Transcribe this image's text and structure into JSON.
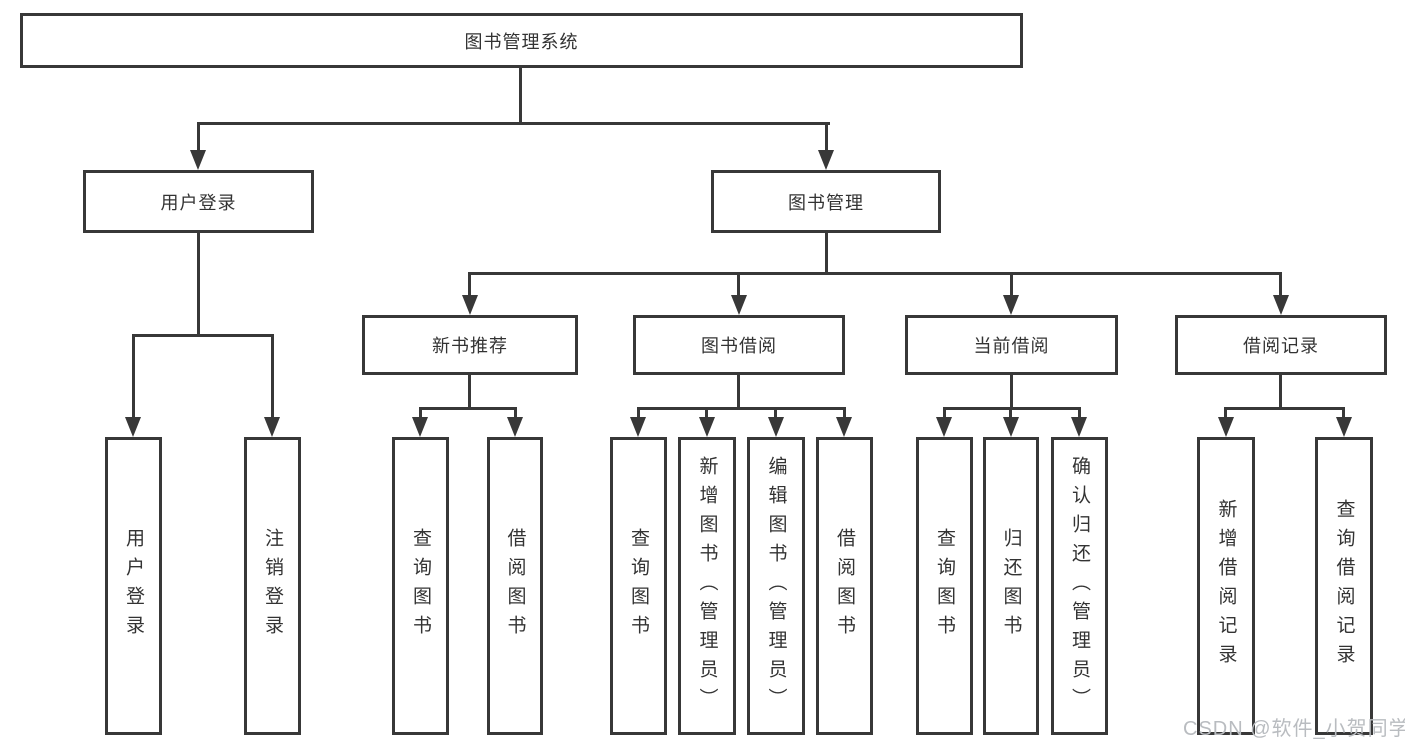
{
  "colors": {
    "line": "#383838",
    "box_border": "#383838",
    "text": "#333333",
    "watermark": "#b9bcc0",
    "background": "#ffffff"
  },
  "tree": {
    "root": "图书管理系统",
    "branches": [
      {
        "label": "用户登录",
        "children": [
          "用户登录",
          "注销登录"
        ]
      },
      {
        "label": "图书管理",
        "sections": [
          {
            "label": "新书推荐",
            "children": [
              "查询图书",
              "借阅图书"
            ]
          },
          {
            "label": "图书借阅",
            "children": [
              "查询图书",
              "新增图书（管理员）",
              "编辑图书（管理员）",
              "借阅图书"
            ]
          },
          {
            "label": "当前借阅",
            "children": [
              "查询图书",
              "归还图书",
              "确认归还（管理员）"
            ]
          },
          {
            "label": "借阅记录",
            "children": [
              "新增借阅记录",
              "查询借阅记录"
            ]
          }
        ]
      }
    ]
  },
  "watermark": "CSDN @软件_小贺同学"
}
